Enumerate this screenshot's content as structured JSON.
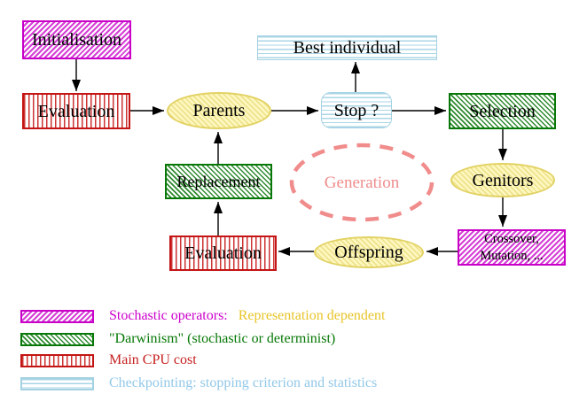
{
  "diagram": {
    "nodes": {
      "initialisation": {
        "label": "Initialisation"
      },
      "evaluation_top": {
        "label": "Evaluation"
      },
      "parents": {
        "label": "Parents"
      },
      "best_individual": {
        "label": "Best individual"
      },
      "stop": {
        "label": "Stop ?"
      },
      "selection": {
        "label": "Selection"
      },
      "genitors": {
        "label": "Genitors"
      },
      "crossover_mutation": {
        "lines": [
          "Crossover,",
          "Mutation, ..."
        ]
      },
      "offspring": {
        "label": "Offspring"
      },
      "evaluation_bottom": {
        "label": "Evaluation"
      },
      "replacement": {
        "label": "Replacement"
      },
      "generation": {
        "label": "Generation"
      }
    }
  },
  "legend": {
    "items": [
      {
        "swatch": "magenta-hatch",
        "label": "Stochastic operators:",
        "label_secondary": "Representation dependent"
      },
      {
        "swatch": "green-hatch",
        "label": "\"Darwinism\" (stochastic or determinist)"
      },
      {
        "swatch": "red-vertical-stripes",
        "label": "Main CPU cost"
      },
      {
        "swatch": "cyan-horizontal-stripes",
        "label": "Checkpointing: stopping criterion and statistics"
      }
    ]
  },
  "palette": {
    "magenta": "#c800c8",
    "green": "#077807",
    "red": "#c41414",
    "cyan": "#aad6e6",
    "yellow_fill": "#fdf8c0",
    "yellow_border": "#e2d264",
    "salmon": "#f18c8c",
    "gold_text": "#e8c428",
    "lightblue_text": "#92c8e8",
    "arrow": "#000000"
  }
}
